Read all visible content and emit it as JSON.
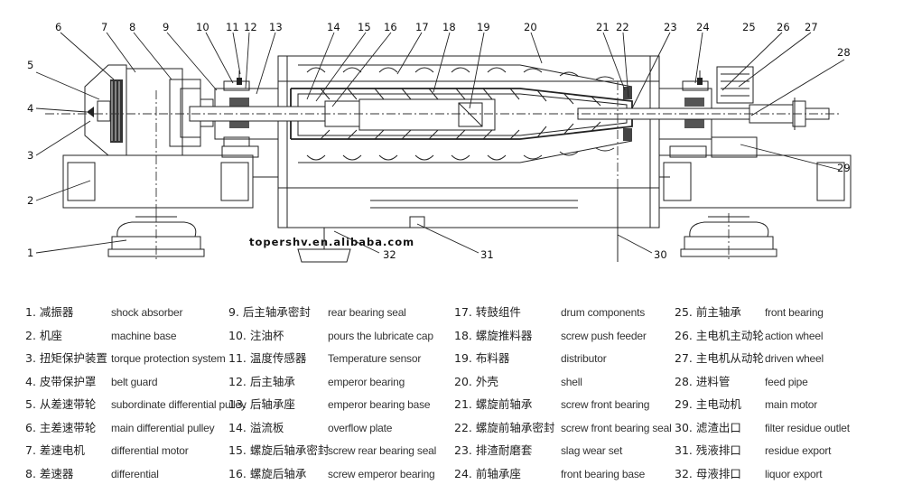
{
  "diagram": {
    "callouts": [
      "1",
      "2",
      "3",
      "4",
      "5",
      "6",
      "7",
      "8",
      "9",
      "10",
      "11",
      "12",
      "13",
      "14",
      "15",
      "16",
      "17",
      "18",
      "19",
      "20",
      "21",
      "22",
      "23",
      "24",
      "25",
      "26",
      "27",
      "28",
      "29",
      "30",
      "31",
      "32"
    ],
    "watermark": "topershv.en.alibaba.com"
  },
  "legend": {
    "columns": [
      {
        "rows": [
          {
            "num": "1. 减振器",
            "en": "shock absorber"
          },
          {
            "num": "2. 机座",
            "en": "machine base"
          },
          {
            "num": "3. 扭矩保护装置",
            "en": "torque protection system"
          },
          {
            "num": "4. 皮带保护罩",
            "en": "belt guard"
          },
          {
            "num": "5. 从差速带轮",
            "en": "subordinate differential pulley"
          },
          {
            "num": "6. 主差速带轮",
            "en": "main differential pulley"
          },
          {
            "num": "7. 差速电机",
            "en": "differential motor"
          },
          {
            "num": "8. 差速器",
            "en": "differential"
          }
        ]
      },
      {
        "rows": [
          {
            "num": "9.  后主轴承密封",
            "en": "rear bearing seal"
          },
          {
            "num": "10. 注油杯",
            "en": "pours the lubricate cap"
          },
          {
            "num": "11. 温度传感器",
            "en": "Temperature sensor"
          },
          {
            "num": "12. 后主轴承",
            "en": "emperor bearing"
          },
          {
            "num": "13. 后轴承座",
            "en": "emperor bearing base"
          },
          {
            "num": "14. 溢流板",
            "en": "overflow plate"
          },
          {
            "num": "15. 螺旋后轴承密封",
            "en": "screw rear bearing seal"
          },
          {
            "num": "16. 螺旋后轴承",
            "en": "screw emperor bearing"
          }
        ]
      },
      {
        "rows": [
          {
            "num": "17. 转鼓组件",
            "en": "drum components"
          },
          {
            "num": "18. 螺旋推料器",
            "en": "screw push feeder"
          },
          {
            "num": "19. 布料器",
            "en": "distributor"
          },
          {
            "num": "20. 外壳",
            "en": "shell"
          },
          {
            "num": "21. 螺旋前轴承",
            "en": "screw front bearing"
          },
          {
            "num": "22. 螺旋前轴承密封",
            "en": "screw front bearing seal"
          },
          {
            "num": "23. 排渣耐磨套",
            "en": "slag wear set"
          },
          {
            "num": "24. 前轴承座",
            "en": "front bearing base"
          }
        ]
      },
      {
        "rows": [
          {
            "num": "25. 前主轴承",
            "en": "front bearing"
          },
          {
            "num": "26. 主电机主动轮",
            "en": "action wheel"
          },
          {
            "num": "27. 主电机从动轮",
            "en": "driven wheel"
          },
          {
            "num": "28. 进料管",
            "en": "feed pipe"
          },
          {
            "num": "29. 主电动机",
            "en": "main motor"
          },
          {
            "num": "30. 滤渣出口",
            "en": "filter residue outlet"
          },
          {
            "num": "31. 残液排口",
            "en": "residue export"
          },
          {
            "num": "32. 母液排口",
            "en": "liquor export"
          }
        ]
      }
    ]
  }
}
